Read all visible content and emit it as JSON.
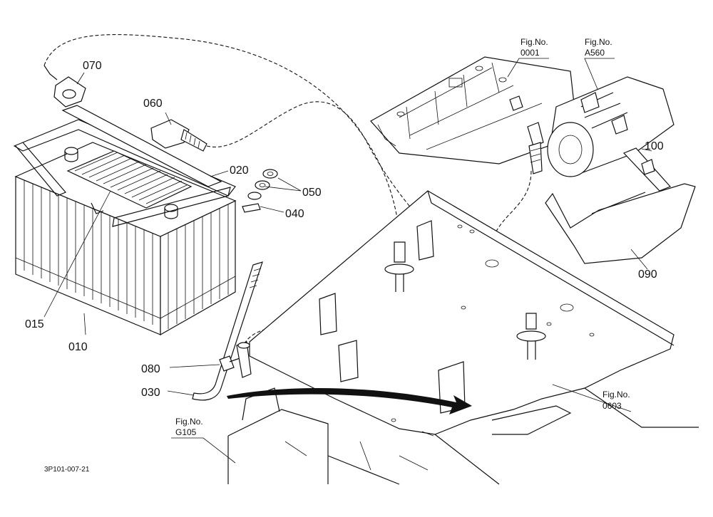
{
  "parts": [
    {
      "id": "p070",
      "label": "070"
    },
    {
      "id": "p060",
      "label": "060"
    },
    {
      "id": "p020",
      "label": "020"
    },
    {
      "id": "p050",
      "label": "050"
    },
    {
      "id": "p040",
      "label": "040"
    },
    {
      "id": "p015",
      "label": "015"
    },
    {
      "id": "p010",
      "label": "010"
    },
    {
      "id": "p080",
      "label": "080"
    },
    {
      "id": "p030",
      "label": "030"
    },
    {
      "id": "p100",
      "label": "100"
    },
    {
      "id": "p090",
      "label": "090"
    }
  ],
  "figure_refs": [
    {
      "id": "f0001",
      "prefix": "Fig.No.",
      "number": "0001"
    },
    {
      "id": "fA560",
      "prefix": "Fig.No.",
      "number": "A560"
    },
    {
      "id": "f0603",
      "prefix": "Fig.No.",
      "number": "0603"
    },
    {
      "id": "fG105",
      "prefix": "Fig.No.",
      "number": "G105"
    }
  ],
  "drawing_code": "3P101-007-21"
}
